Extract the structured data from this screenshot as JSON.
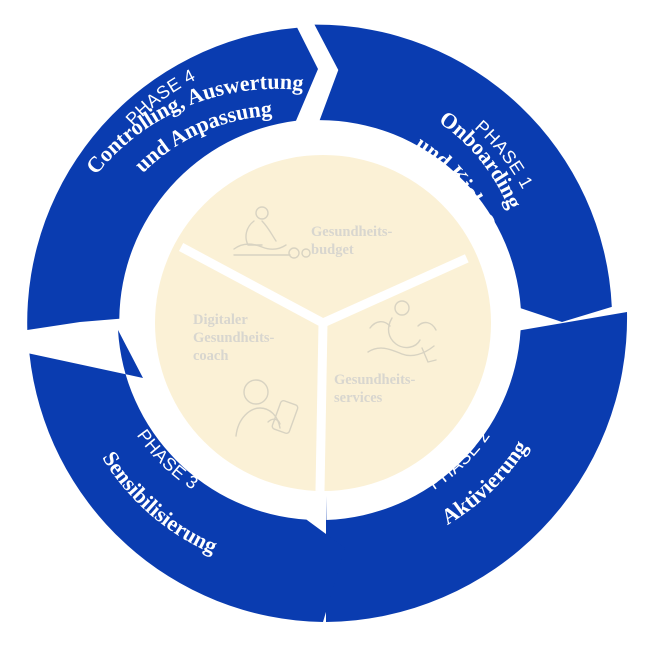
{
  "colors": {
    "phase_blue": "#0a3cb0",
    "center_cream": "#fbf1d6",
    "center_divider": "#ffffff",
    "center_text": "#d8d6cf"
  },
  "phases": [
    {
      "label": "PHASE 1",
      "title_lines": [
        "Onboarding",
        "und Kick-Off"
      ]
    },
    {
      "label": "PHASE 2",
      "title_lines": [
        "Aktivierung"
      ]
    },
    {
      "label": "PHASE 3",
      "title_lines": [
        "Sensibilisierung"
      ]
    },
    {
      "label": "PHASE 4",
      "title_lines": [
        "Controlling, Auswertung",
        "und Anpassung"
      ]
    }
  ],
  "center_segments": [
    {
      "lines": [
        "Gesundheits-",
        "budget"
      ],
      "icon": "massage-icon"
    },
    {
      "lines": [
        "Gesundheits-",
        "services"
      ],
      "icon": "meditation-icon"
    },
    {
      "lines": [
        "Digitaler",
        "Gesundheits-",
        "coach"
      ],
      "icon": "phone-coach-icon"
    }
  ]
}
